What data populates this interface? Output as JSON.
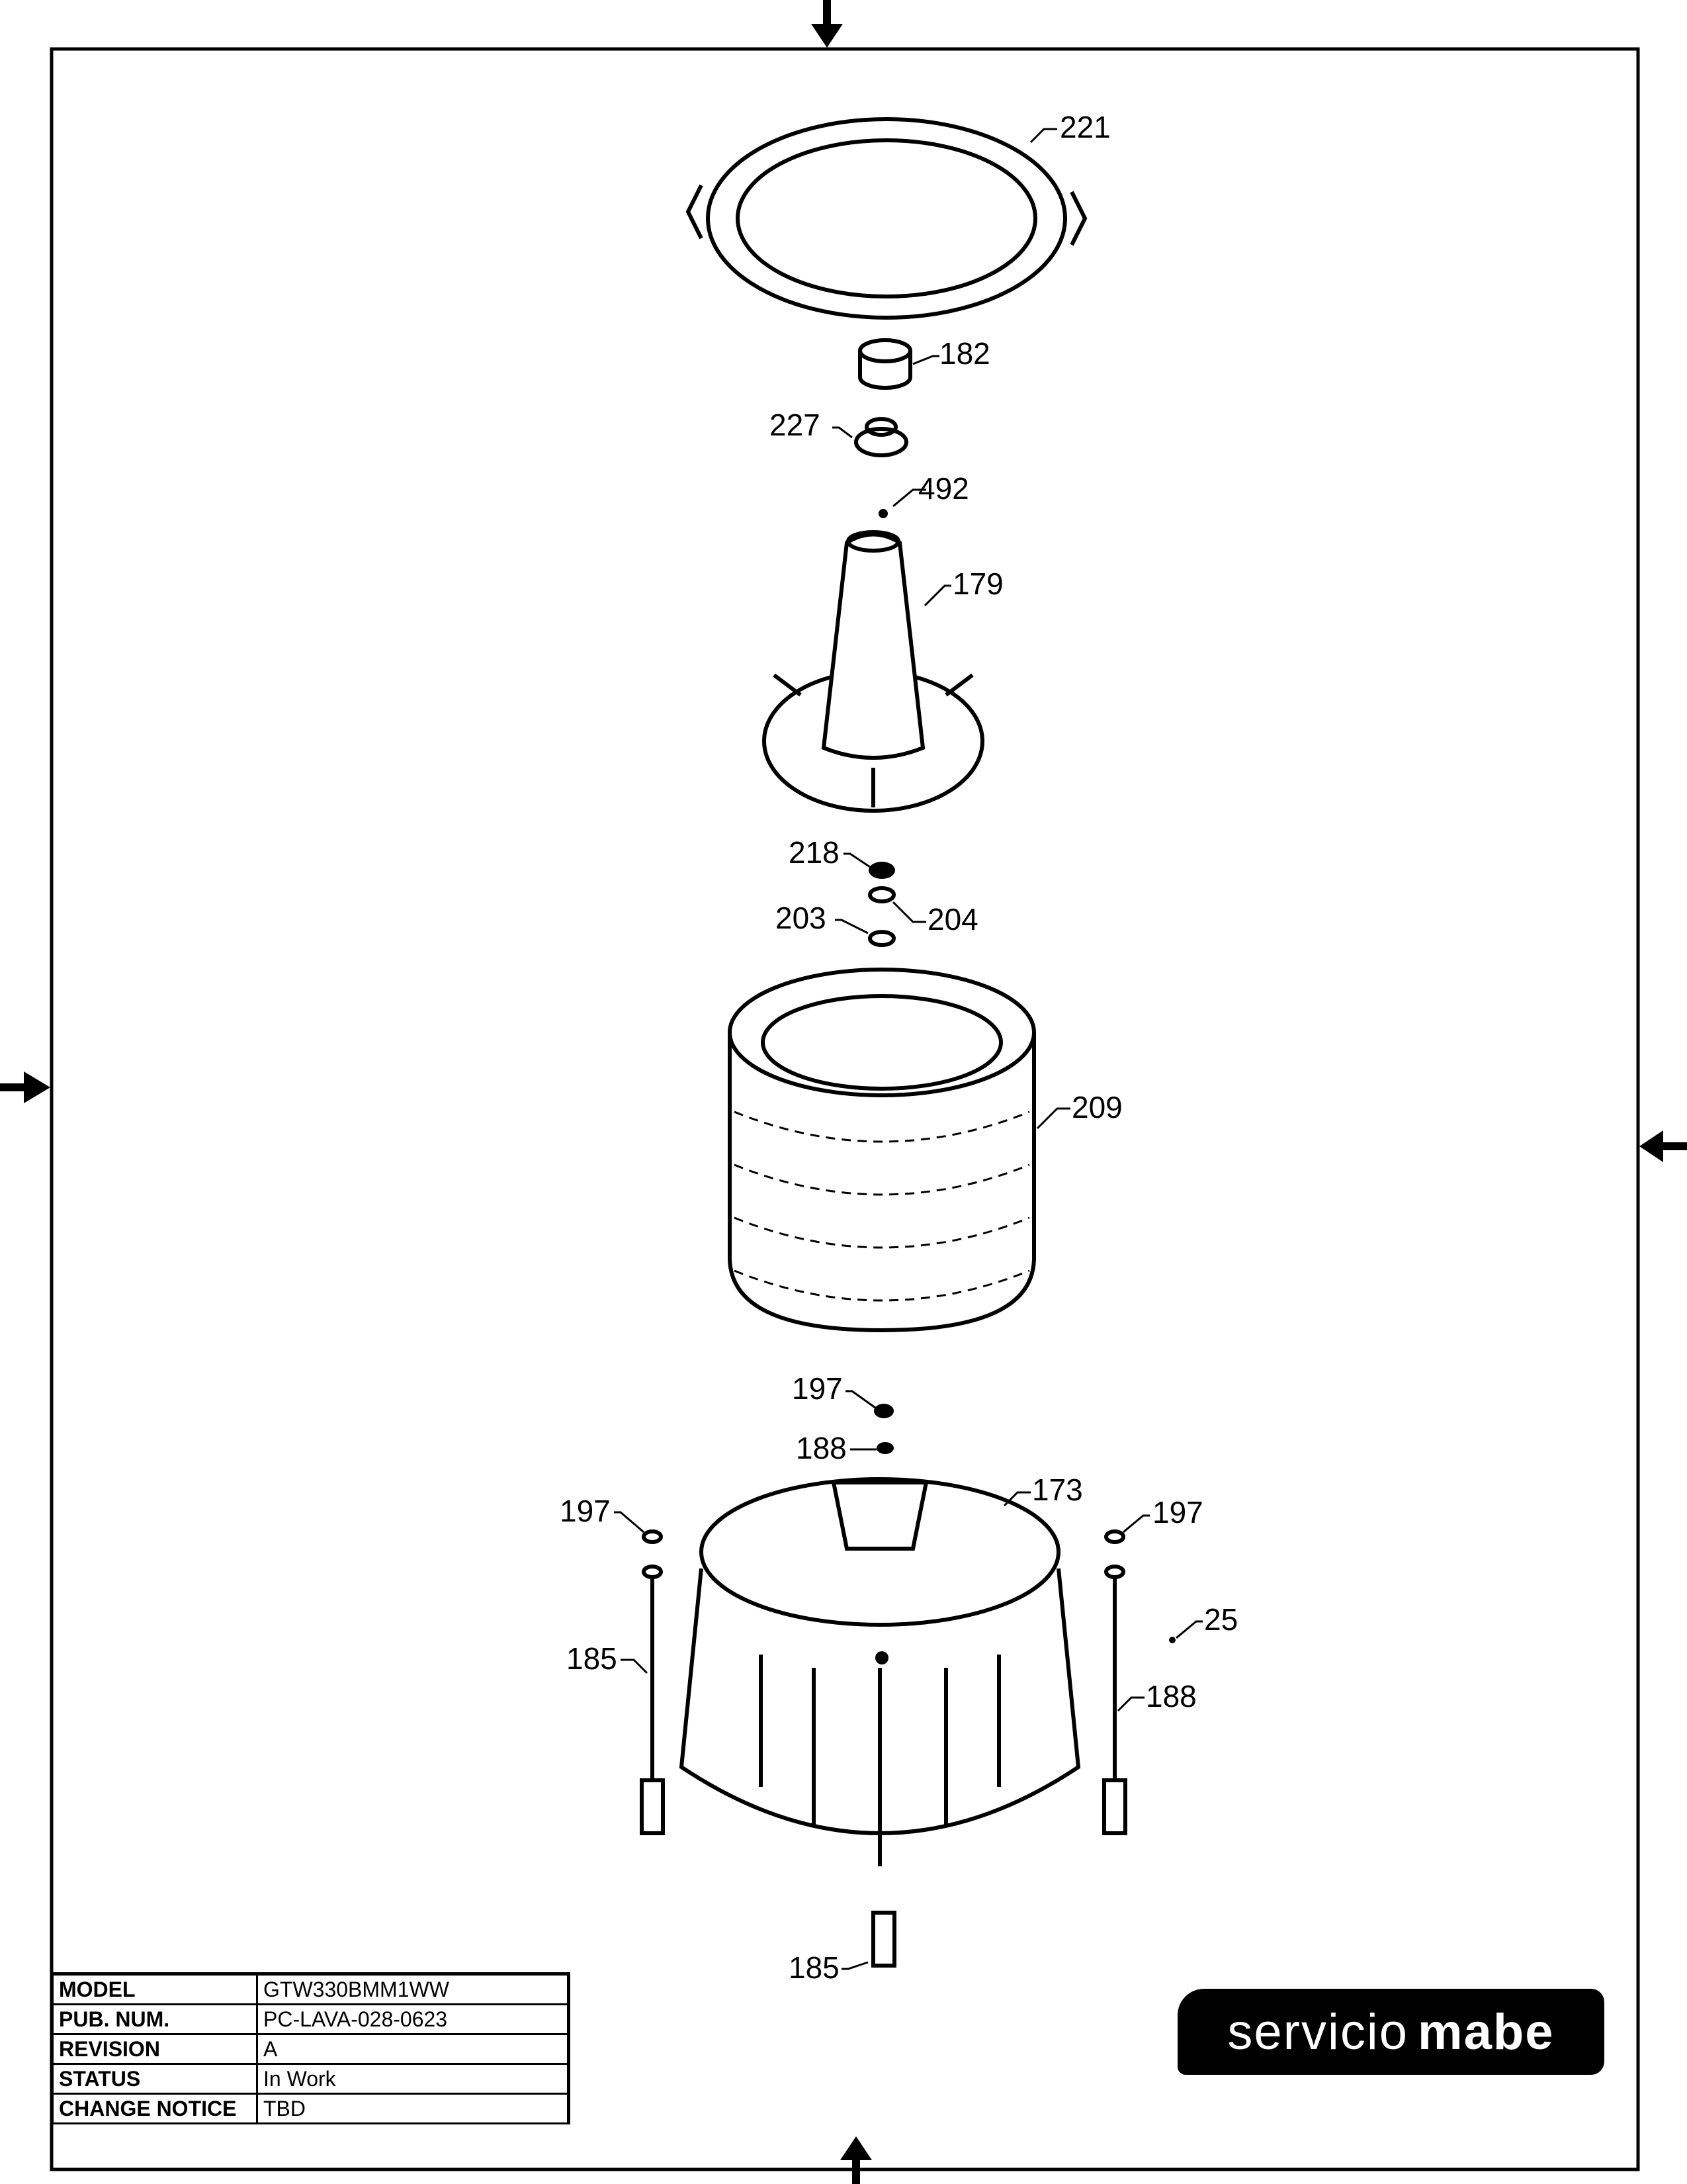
{
  "callouts": {
    "c221": "221",
    "c182": "182",
    "c227": "227",
    "c492": "492",
    "c179": "179",
    "c218": "218",
    "c204": "204",
    "c203": "203",
    "c209": "209",
    "c197a": "197",
    "c188a": "188",
    "c173": "173",
    "c197b": "197",
    "c197c": "197",
    "c25": "25",
    "c185a": "185",
    "c188b": "188",
    "c185b": "185"
  },
  "title_block": [
    {
      "label": "MODEL",
      "value": "GTW330BMM1WW"
    },
    {
      "label": "PUB. NUM.",
      "value": "PC-LAVA-028-0623"
    },
    {
      "label": "REVISION",
      "value": "A"
    },
    {
      "label": "STATUS",
      "value": "In Work"
    },
    {
      "label": "CHANGE NOTICE",
      "value": "TBD"
    }
  ],
  "logo": {
    "light": "servicio",
    "bold": "mabe"
  }
}
